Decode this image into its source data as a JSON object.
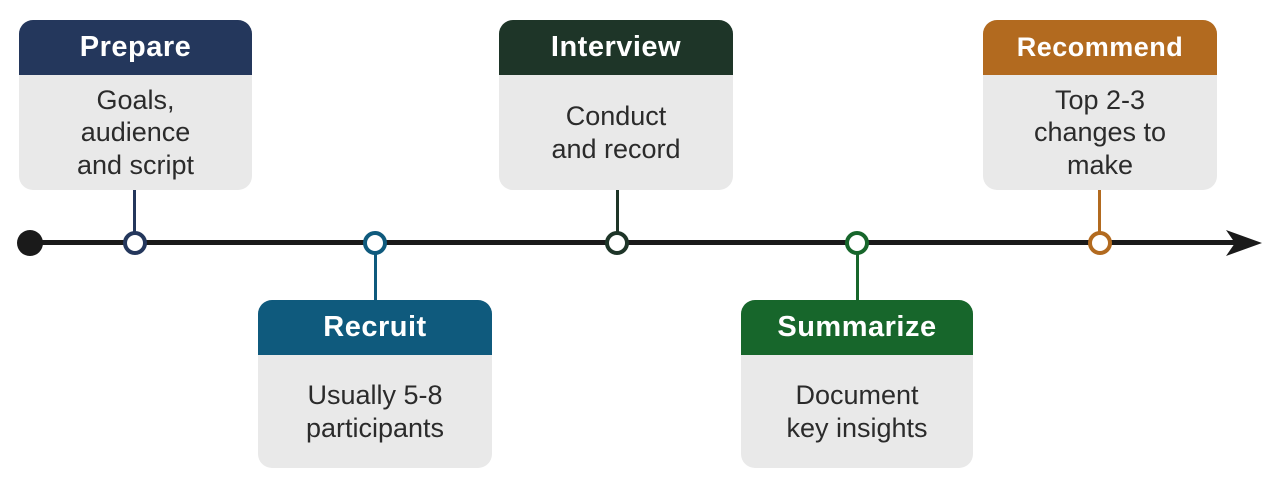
{
  "timeline": {
    "line_color": "#1a1a1a",
    "card_body_color": "#e9e9e9",
    "body_text_color": "#2b2b2b"
  },
  "stages": [
    {
      "title": "Prepare",
      "description": "Goals,\naudience\nand script",
      "color": "#24375c",
      "position": "above"
    },
    {
      "title": "Recruit",
      "description": "Usually 5-8\nparticipants",
      "color": "#0f5a7d",
      "position": "below"
    },
    {
      "title": "Interview",
      "description": "Conduct\nand record",
      "color": "#1e3528",
      "position": "above"
    },
    {
      "title": "Summarize",
      "description": "Document\nkey insights",
      "color": "#17662b",
      "position": "below"
    },
    {
      "title": "Recommend",
      "description": "Top 2-3\nchanges to\nmake",
      "color": "#b26a1f",
      "position": "above"
    }
  ]
}
